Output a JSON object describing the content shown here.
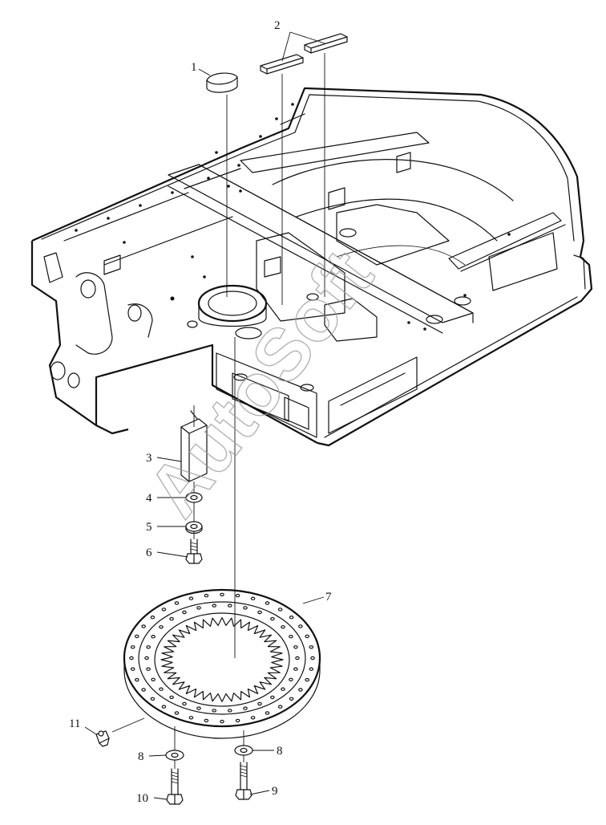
{
  "callouts": {
    "c1": "1",
    "c2": "2",
    "c3": "3",
    "c4": "4",
    "c5": "5",
    "c6": "6",
    "c7": "7",
    "c8a": "8",
    "c8b": "8",
    "c9": "9",
    "c10": "10",
    "c11": "11"
  },
  "watermark": "AutoSoft",
  "colors": {
    "ink": "#111111",
    "watermark": "#9a9a9a",
    "background": "#ffffff"
  }
}
